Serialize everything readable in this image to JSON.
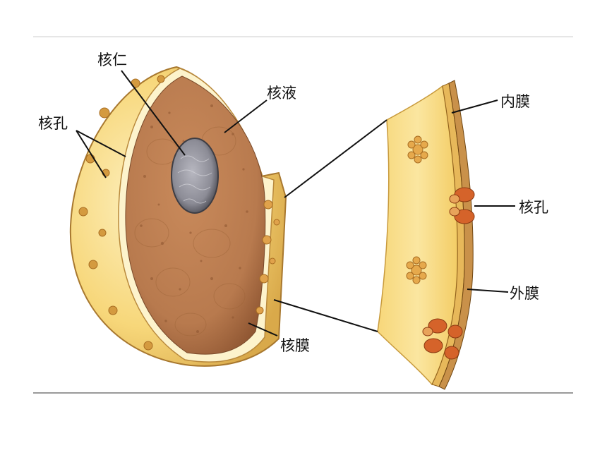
{
  "diagram": {
    "labels": {
      "nucleolus": "核仁",
      "nucleoplasm": "核液",
      "nuclear_pore_left": "核孔",
      "nuclear_envelope": "核膜",
      "inner_membrane": "内膜",
      "nuclear_pore_right": "核孔",
      "outer_membrane": "外膜"
    },
    "colors": {
      "envelope_yellow": "#f7d77a",
      "envelope_light": "#fdf0c0",
      "nucleoplasm_brown": "#b87a4e",
      "nucleolus_gray": "#8c8c96",
      "pore_orange": "#d5632a",
      "leader_line": "#111111"
    }
  }
}
